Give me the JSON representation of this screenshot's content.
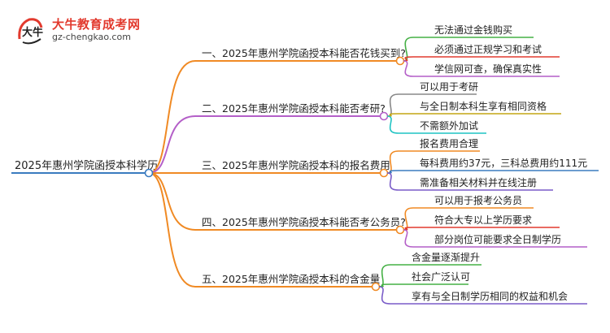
{
  "logo": {
    "title": "大牛教育成考网",
    "url": "gz-chengkao.com",
    "mark_text": "大牛"
  },
  "colors": {
    "root": "#3a7bbf",
    "branch": "#f08a24",
    "violet": "#b45fc8",
    "gray": "#888888",
    "olive": "#c4a514",
    "teal": "#1fc3c3",
    "purple": "#7a5cc8",
    "green": "#45b045",
    "brand_red": "#e23a2e"
  },
  "root": {
    "label": "2025年惠州学院函授本科学历"
  },
  "branches": [
    {
      "label": "一、2025年惠州学院函授本科能否花钱买到?",
      "color": "#f08a24",
      "leaves": [
        {
          "label": "无法通过金钱购买",
          "color": "#45b045"
        },
        {
          "label": "必须通过正规学习和考试",
          "color": "#e23a2e"
        },
        {
          "label": "学信网可查，确保真实性",
          "color": "#b45fc8"
        }
      ]
    },
    {
      "label": "二、2025年惠州学院函授本科能否考研?",
      "color": "#b45fc8",
      "leaves": [
        {
          "label": "可以用于考研",
          "color": "#888888"
        },
        {
          "label": "与全日制本科生享有相同资格",
          "color": "#c4a514"
        },
        {
          "label": "不需额外加试",
          "color": "#1fc3c3"
        }
      ]
    },
    {
      "label": "三、2025年惠州学院函授本科的报名费用",
      "color": "#f08a24",
      "leaves": [
        {
          "label": "报名费用合理",
          "color": "#f08a24"
        },
        {
          "label": "每科费用约37元，三科总费用约111元",
          "color": "#3a7bbf"
        },
        {
          "label": "需准备相关材料并在线注册",
          "color": "#7a5cc8"
        }
      ]
    },
    {
      "label": "四、2025年惠州学院函授本科能否考公务员?",
      "color": "#f08a24",
      "leaves": [
        {
          "label": "可以用于报考公务员",
          "color": "#f08a24"
        },
        {
          "label": "符合大专以上学历要求",
          "color": "#e23a2e"
        },
        {
          "label": "部分岗位可能要求全日制学历",
          "color": "#b45fc8"
        }
      ]
    },
    {
      "label": "五、2025年惠州学院函授本科的含金量",
      "color": "#f08a24",
      "leaves": [
        {
          "label": "含金量逐渐提升",
          "color": "#45b045"
        },
        {
          "label": "社会广泛认可",
          "color": "#45b045"
        },
        {
          "label": "享有与全日制学历相同的权益和机会",
          "color": "#7a5cc8"
        }
      ]
    }
  ]
}
